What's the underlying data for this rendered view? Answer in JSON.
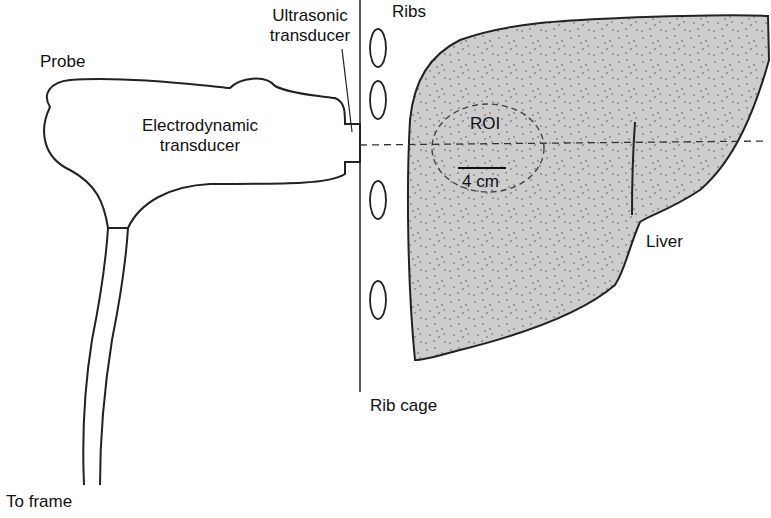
{
  "diagram": {
    "nodes": [
      {
        "text": [
          "Electrodynamic transducer"
        ]
      },
      {
        "text": [
          "Liver"
        ]
      },
      {
        "text": [
          "ROI"
        ],
        "in": 1
      }
    ],
    "labels": [
      "Probe",
      "Ultrasonic transducer",
      "Ribs",
      "Rib cage",
      "4 cm",
      "To frame"
    ]
  }
}
